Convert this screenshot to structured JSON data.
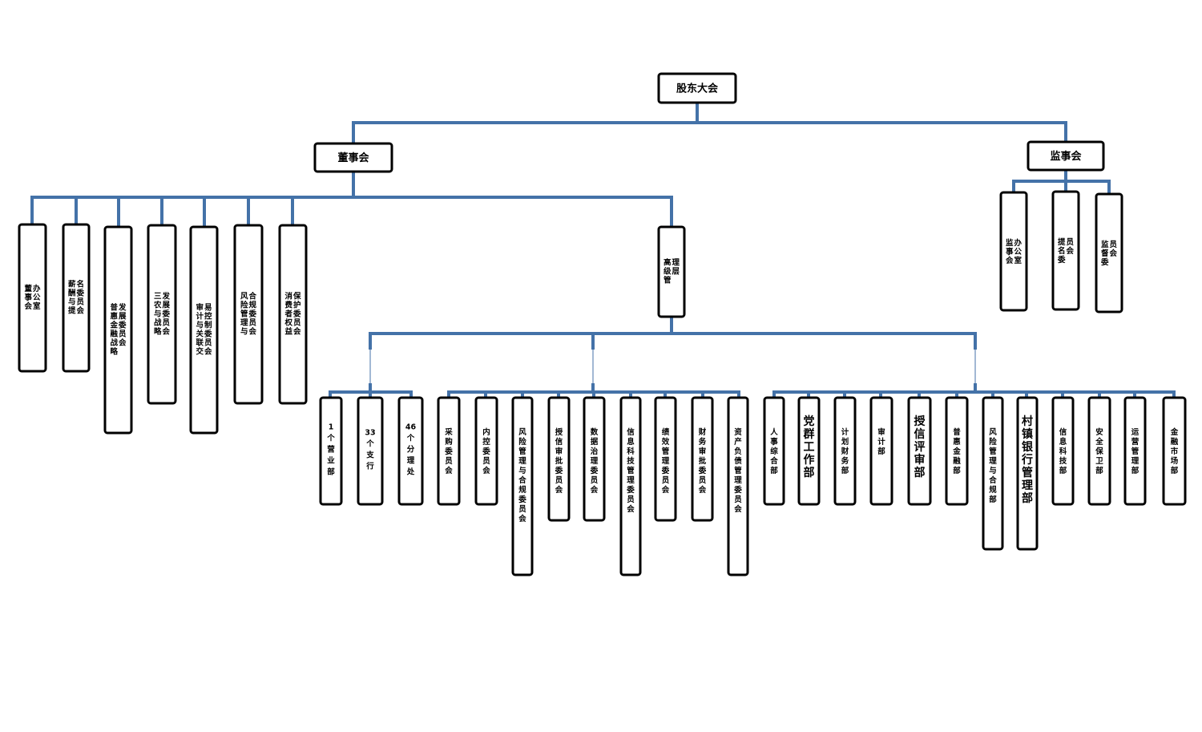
{
  "colors": {
    "line": "#4472a8",
    "box_border": "#000000",
    "box_fill": "#ffffff"
  },
  "nodes": {
    "shareholders": "股东大会",
    "board": "董事会",
    "supervisors": "监事会",
    "senior_mgmt": "高级管理层",
    "board_committees": [
      "董事会办公室",
      "薪酬与提名委员会",
      "普惠金融战略发展委员会",
      "三农与战略发展委员会",
      "审计与关联交易控制委员会",
      "风险管理与合规委员会",
      "消费者权益保护委员会"
    ],
    "supervisor_units": [
      "监事会办公室",
      "提名委员会",
      "监督委员会"
    ],
    "branches": [
      "1个营业部",
      "33个支行",
      "46个分理处"
    ],
    "mgmt_committees": [
      "采购委员会",
      "内控委员会",
      "风险管理与合规委员会",
      "授信审批委员会",
      "数据治理委员会",
      "信息科技管理委员会",
      "绩效管理委员会",
      "财务审批委员会",
      "资产负债管理委员会"
    ],
    "departments": [
      "人事综合部",
      "党群工作部",
      "计划财务部",
      "审计部",
      "授信评审部",
      "普惠金融部",
      "风险管理与合规部",
      "村镇银行管理部",
      "信息科技部",
      "安全保卫部",
      "运营管理部",
      "金融市场部"
    ]
  }
}
